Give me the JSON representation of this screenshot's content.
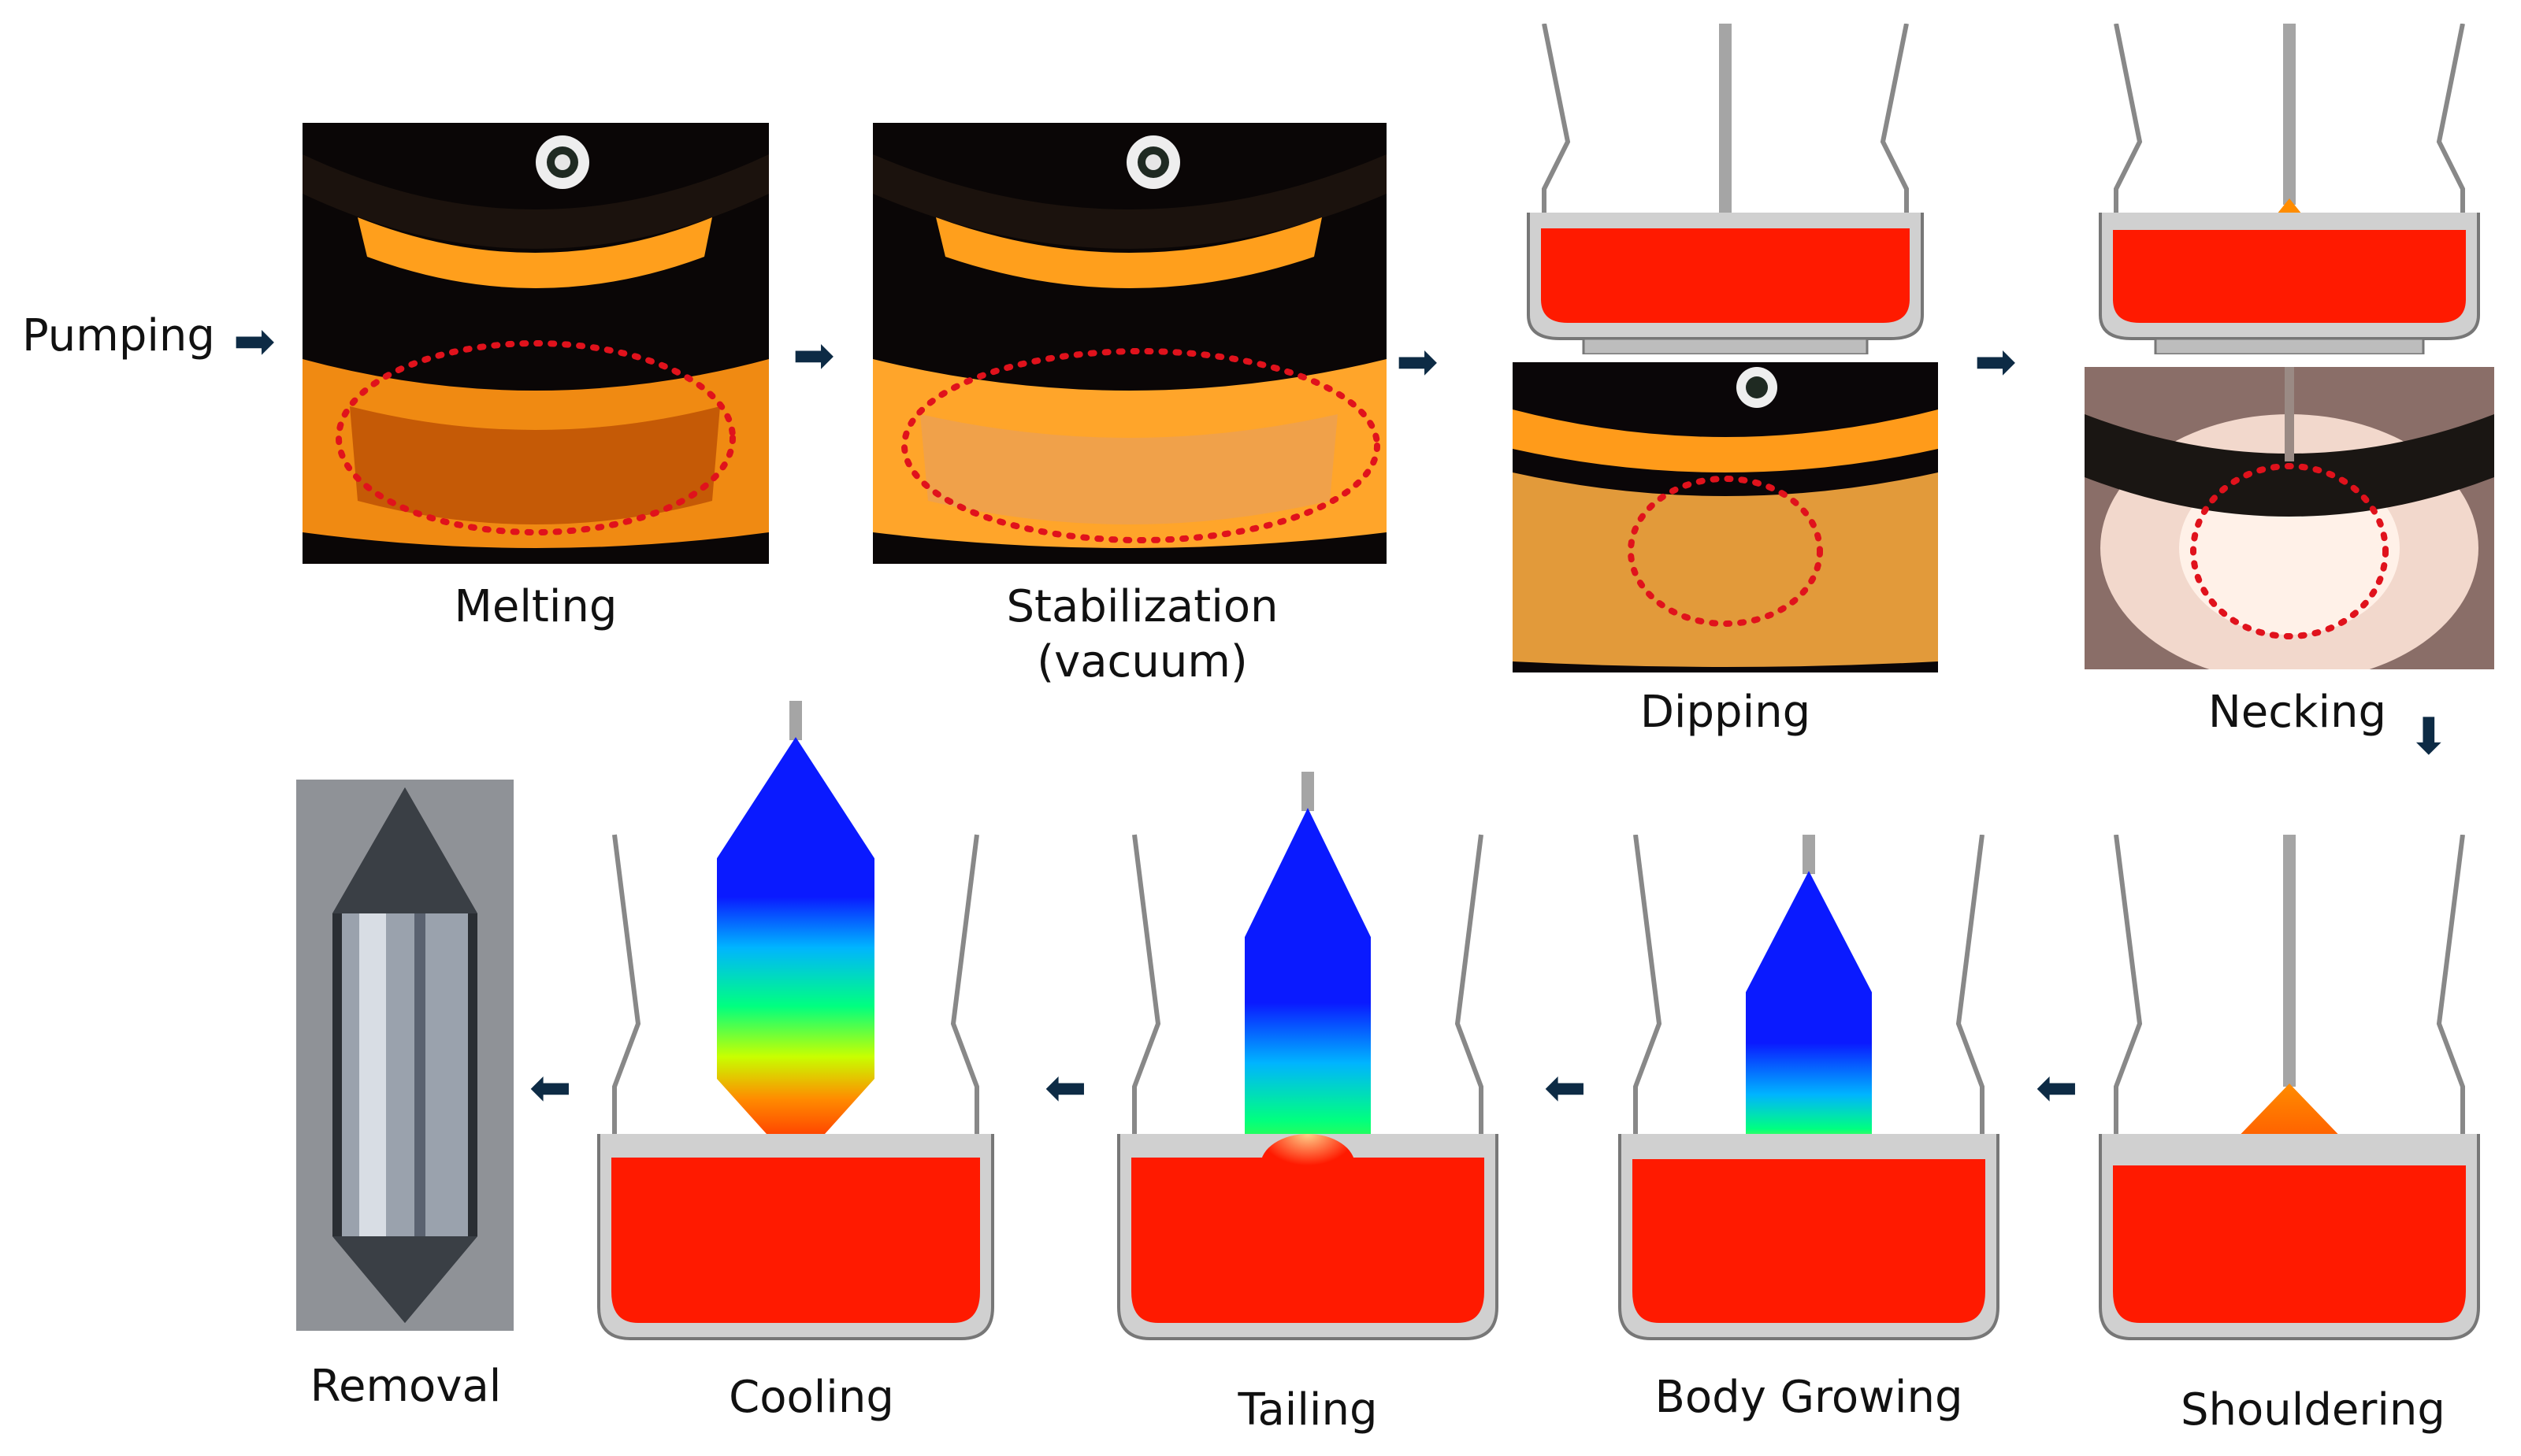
{
  "steps": {
    "pumping": "Pumping",
    "melting": "Melting",
    "stabilization": "Stabilization\n(vacuum)",
    "dipping": "Dipping",
    "necking": "Necking",
    "shouldering": "Shouldering",
    "body_growing": "Body Growing",
    "tailing": "Tailing",
    "cooling": "Cooling",
    "removal": "Removal"
  },
  "arrows": {
    "right": "➡",
    "left": "⬅",
    "down": "⬇"
  },
  "colors": {
    "melt": "#ff1a00",
    "crystal_hot": "#ff8c00",
    "crystal_cool": "#0a1aff",
    "furnace_glow": "#ff9f1c",
    "crucible": "#c8c8c8",
    "marker": "#e0121c"
  }
}
